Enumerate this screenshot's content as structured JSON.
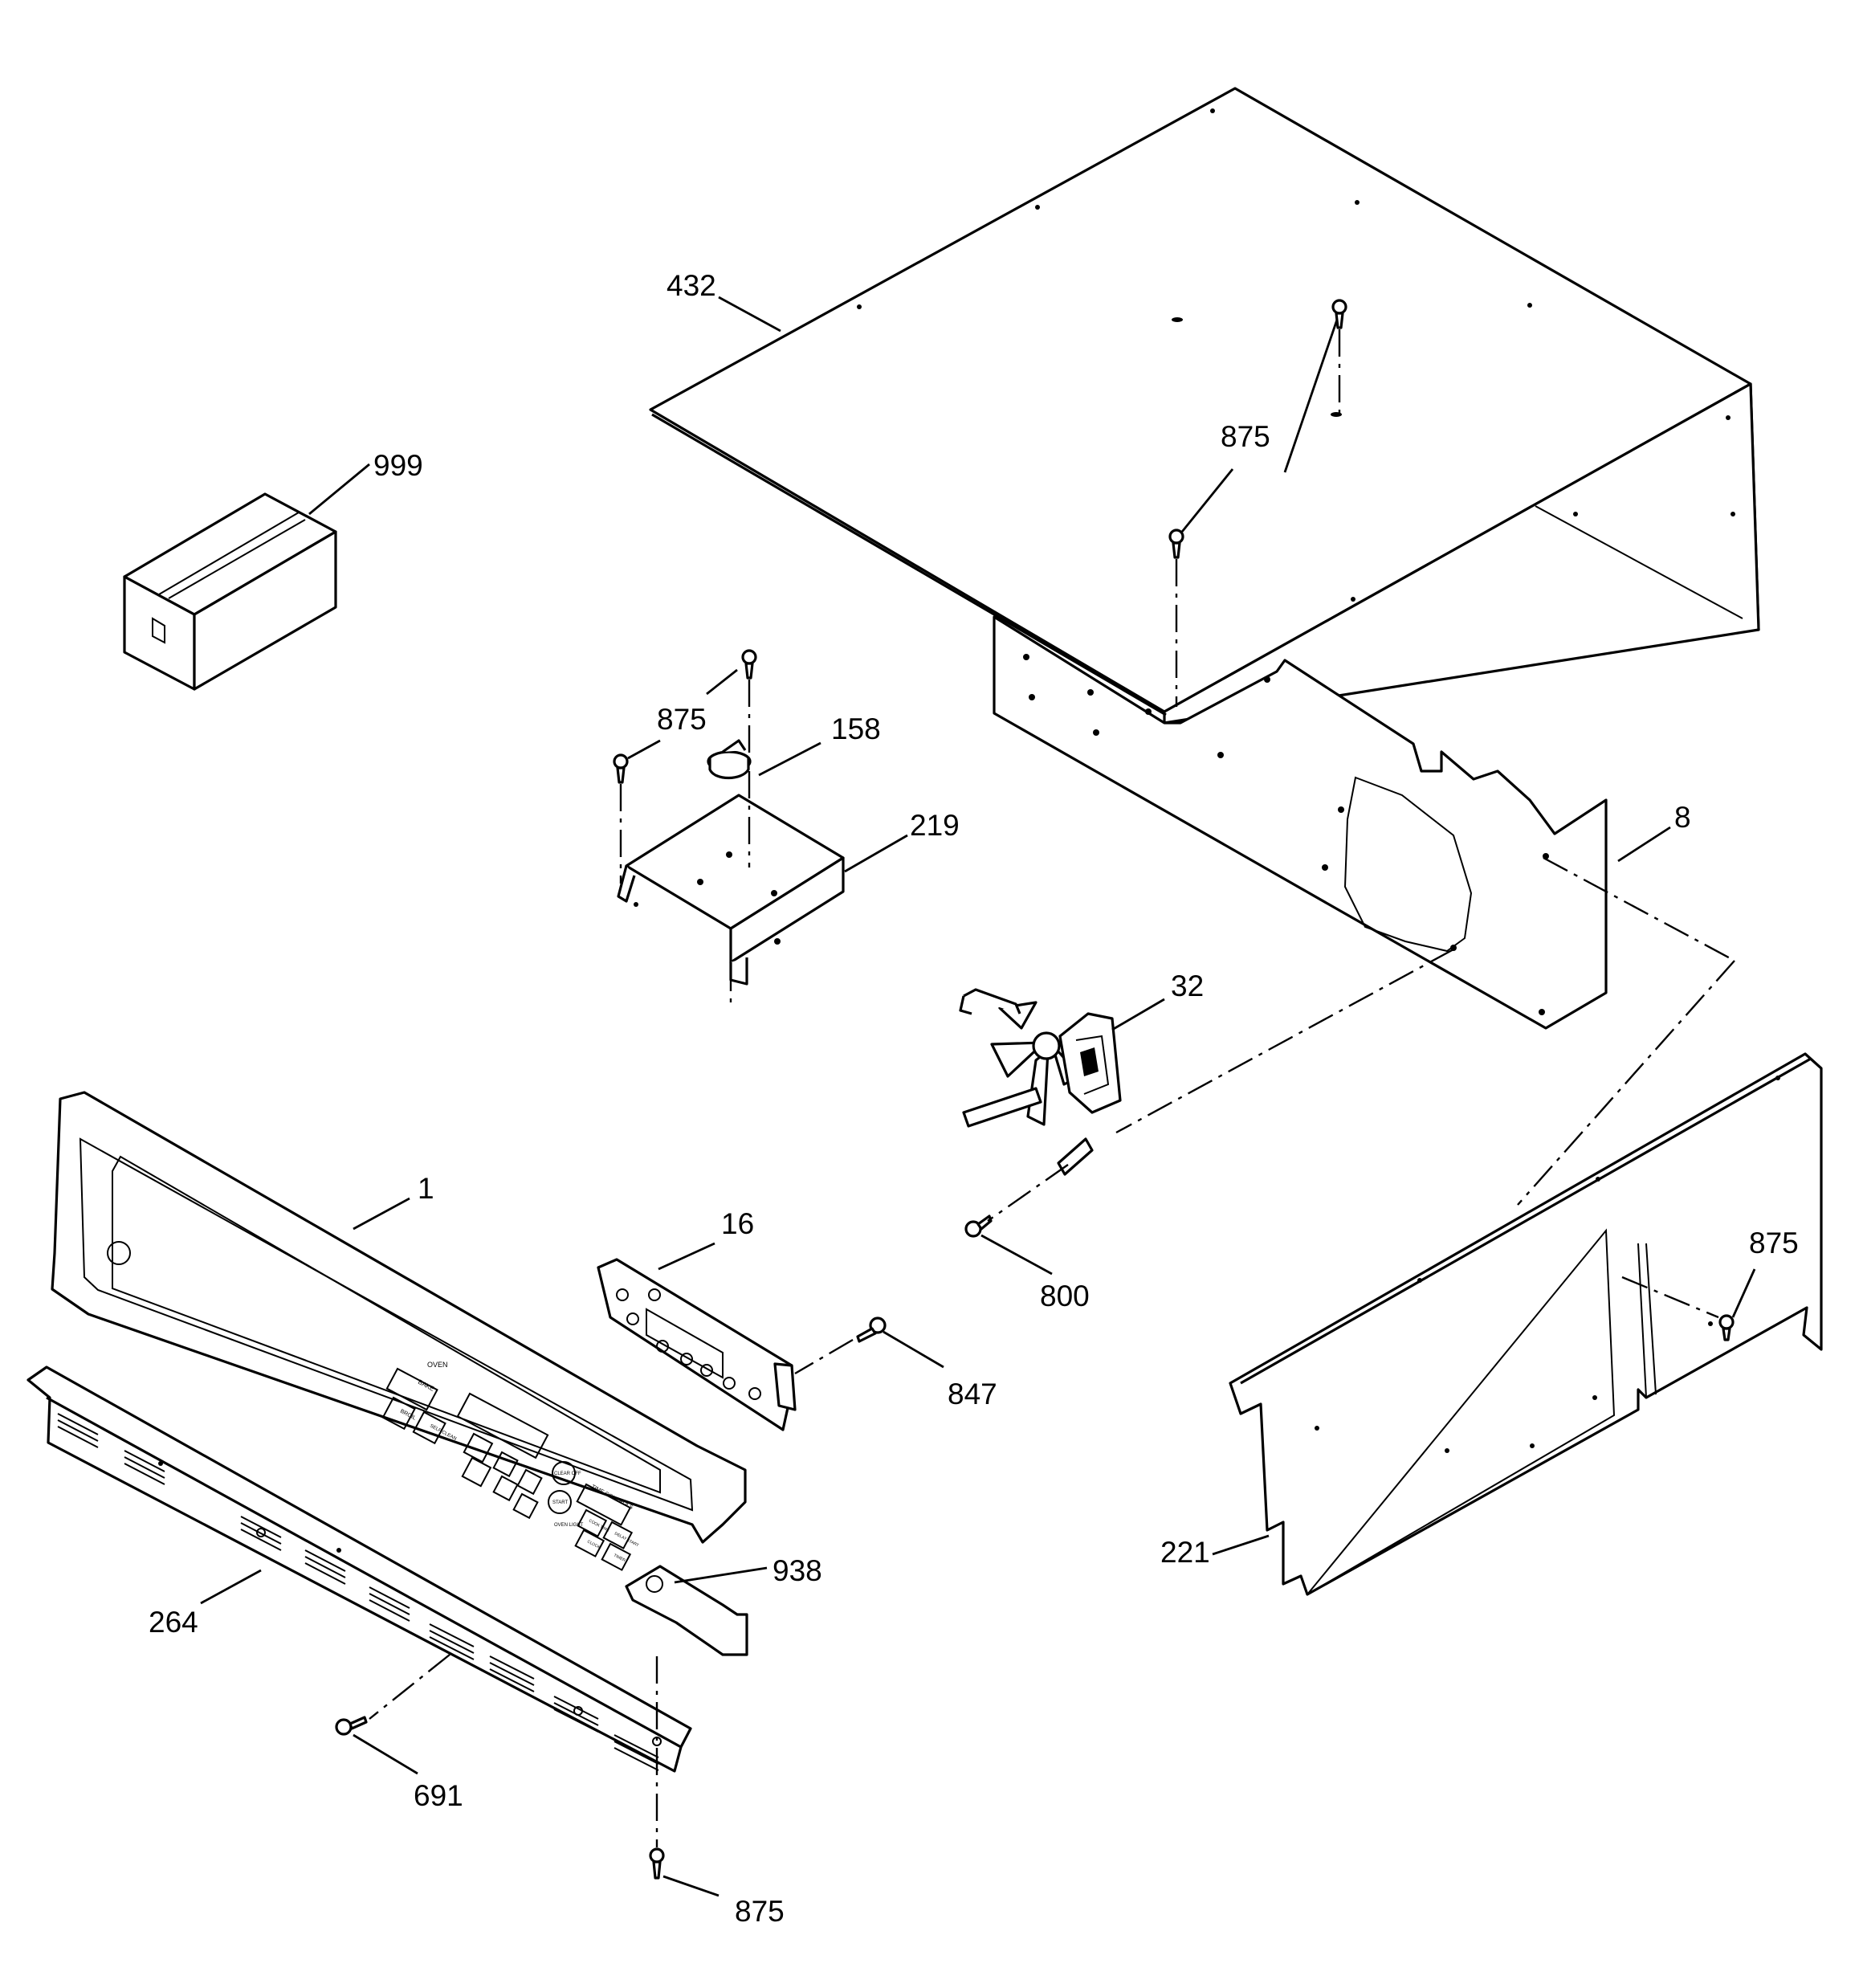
{
  "callouts": {
    "p432": "432",
    "p999": "999",
    "p875_top": "875",
    "p875_mid": "875",
    "p875_right": "875",
    "p875_bottom": "875",
    "p158": "158",
    "p219": "219",
    "p8": "8",
    "p32": "32",
    "p1": "1",
    "p16": "16",
    "p800": "800",
    "p847": "847",
    "p221": "221",
    "p938": "938",
    "p264": "264",
    "p691": "691"
  },
  "panel_text": {
    "oven": "OVEN",
    "bake": "BAKE",
    "broil": "BROIL",
    "self_clean": "SELF CLEAN",
    "clear_off": "CLEAR OFF",
    "start": "START",
    "oven_light": "OVEN LIGHT",
    "time_controls": "TIME CONTROLS",
    "cook_time": "COOK TIME",
    "delay_start": "DELAY START",
    "clock": "CLOCK",
    "timer": "TIMER"
  },
  "colors": {
    "line": "#000000",
    "background": "#ffffff"
  }
}
